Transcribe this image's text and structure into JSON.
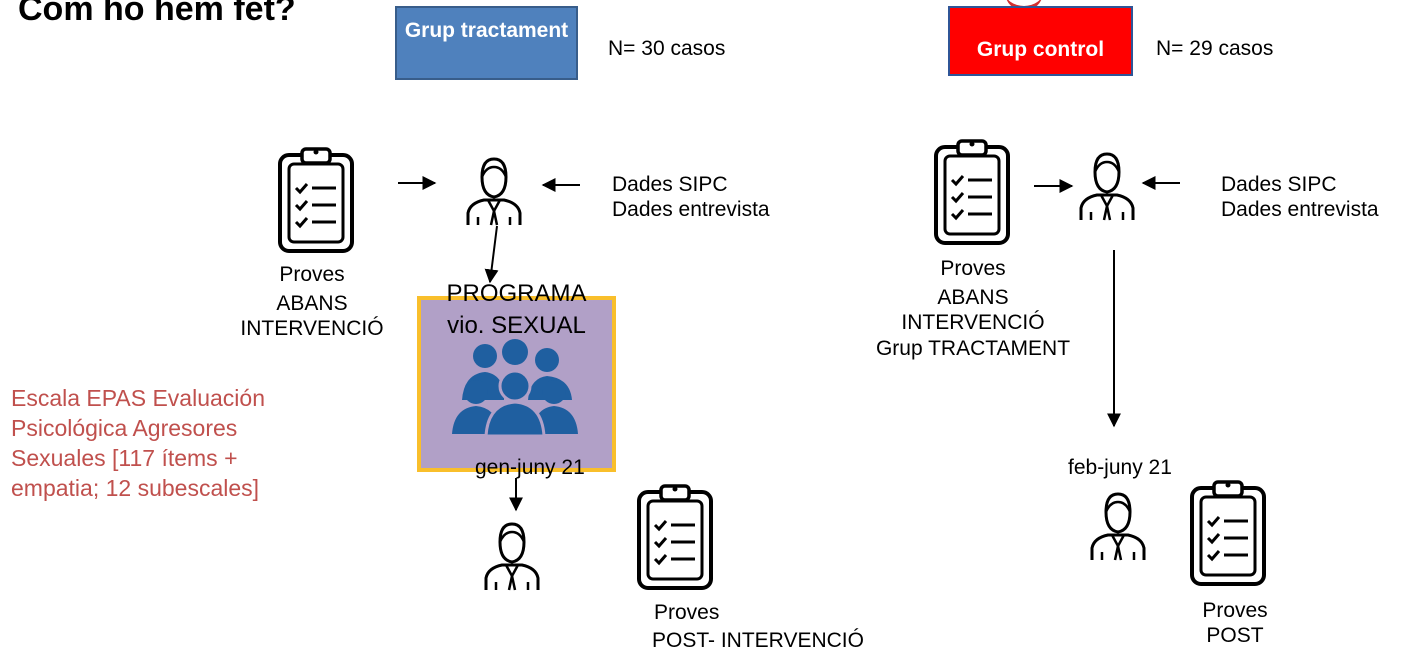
{
  "title": "Com ho hem fet?",
  "treatment": {
    "box_label": "Grup tractament",
    "n_label": "N= 30 casos",
    "box_color": "#4f81bd",
    "data_sources": [
      "Dades  SIPC",
      "Dades entrevista"
    ],
    "pre_tests": [
      "Proves",
      "ABANS",
      "INTERVENCIÓ"
    ],
    "program": [
      "PROGRAMA",
      "vio. SEXUAL"
    ],
    "program_color": "#b1a0c7",
    "program_border": "#f9bf2b",
    "period": "gen-juny 21",
    "post_tests": [
      "Proves",
      "POST- INTERVENCIÓ"
    ]
  },
  "control": {
    "box_label": "Grup control",
    "n_label": "N= 29 casos",
    "box_color": "#ff0000",
    "data_sources": [
      "Dades  SIPC",
      "Dades entrevista"
    ],
    "pre_tests": [
      "Proves",
      "ABANS",
      "INTERVENCIÓ",
      "Grup TRACTAMENT"
    ],
    "period": "feb-juny 21",
    "post_tests": [
      "Proves",
      "POST"
    ]
  },
  "scale_note": [
    "Escala EPAS Evaluación",
    "Psicológica Agresores",
    "Sexuales [117 ítems +",
    "empatia; 12 subescales]"
  ],
  "scale_note_color": "#c0504d",
  "icons": {
    "clipboard": "clipboard-checklist-icon",
    "person": "person-icon",
    "group": "group-of-people-icon"
  }
}
